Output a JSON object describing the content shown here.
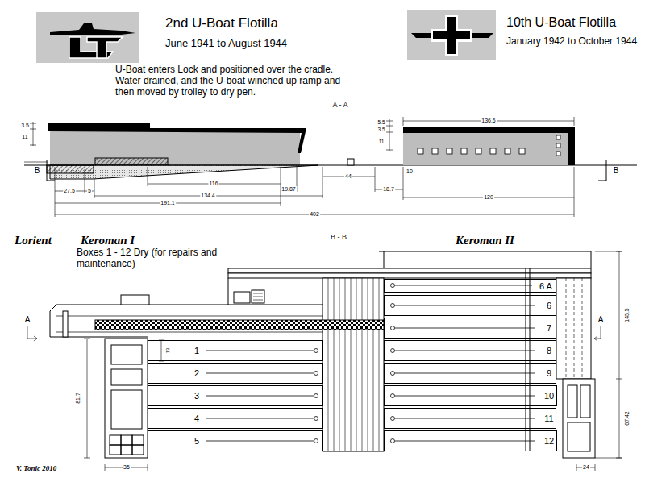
{
  "diagram": {
    "nodes": [
      {
        "text": [
          "1"
        ]
      },
      {
        "text": [
          "2"
        ]
      },
      {
        "text": [
          "3"
        ]
      },
      {
        "text": [
          "4"
        ]
      },
      {
        "text": [
          "5"
        ]
      },
      {
        "text": [
          "6 A"
        ]
      },
      {
        "text": [
          "6"
        ]
      },
      {
        "text": [
          "7"
        ]
      },
      {
        "text": [
          "8"
        ]
      },
      {
        "text": [
          "9"
        ]
      },
      {
        "text": [
          "10"
        ]
      },
      {
        "text": [
          "11"
        ]
      },
      {
        "text": [
          "12"
        ]
      }
    ],
    "labels": [
      "2nd U-Boat Flotilla",
      "June 1941 to August 1944",
      "10th U-Boat Flotilla",
      "January 1942 to October 1944",
      "U-Boat enters Lock and positioned over the cradle. Water drained, and the U-boat winched up ramp and then moved by trolley to dry pen.",
      "A - A",
      "B",
      "B",
      "3.5",
      "11",
      "27.5",
      "5",
      "116",
      "19.87",
      "44",
      "18.7",
      "134.4",
      "191.1",
      "120",
      "402",
      "136.6",
      "5.5",
      "3.5",
      "11",
      "10",
      "B - B",
      "Lorient",
      "Keroman I",
      "Keroman II",
      "Boxes 1 - 12 Dry (for repairs and maintenance)",
      "A",
      "A",
      "81.7",
      "35",
      "13",
      "145.5",
      "67.42",
      "24",
      "V. Tonic 2010"
    ]
  }
}
